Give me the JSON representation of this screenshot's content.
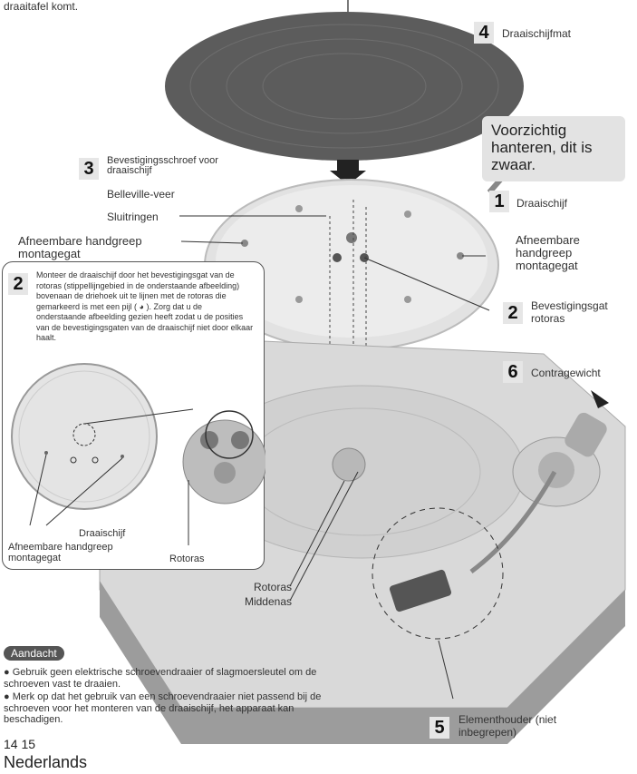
{
  "header": {
    "fragment": "draaitafel komt."
  },
  "labels": {
    "s4": {
      "num": "4",
      "text": "Draaischijfmat"
    },
    "caution": "Voorzichtig hanteren, dit is zwaar.",
    "s3": {
      "num": "3",
      "text": "Bevestigingsschroef voor draaischijf"
    },
    "belleville": "Belleville-veer",
    "sluitringen": "Sluitringen",
    "handgreep_left": "Afneembare handgreep montagegat",
    "s1": {
      "num": "1",
      "text": "Draaischijf"
    },
    "handgreep_right": "Afneembare handgreep montagegat",
    "s2": {
      "num": "2",
      "text": "Bevestigingsgat rotoras"
    },
    "s6": {
      "num": "6",
      "text": "Contragewicht"
    },
    "rotoras": "Rotoras",
    "middenas": "Middenas",
    "s5": {
      "num": "5",
      "text": "Elementhouder (niet inbegrepen)"
    }
  },
  "inset": {
    "num": "2",
    "text": "Monteer de draaischijf door het bevestigingsgat van de rotoras (stippellijngebied in de onderstaande afbeelding) bovenaan de driehoek uit te lijnen met de rotoras die gemarkeerd is met een pijl ( ◕ ). Zorg dat u de onderstaande afbeelding gezien heeft zodat u de posities van de bevestigingsgaten van de draaischijf niet door elkaar haalt.",
    "draaischijf": "Draaischijf",
    "handgreep": "Afneembare handgreep montagegat",
    "rotoras": "Rotoras"
  },
  "notice": {
    "title": "Aandacht",
    "bullets": [
      "Gebruik geen elektrische schroevendraaier of slagmoersleutel om de schroeven vast te draaien.",
      "Merk op dat het gebruik van een schroevendraaier niet passend bij de schroeven voor het monteren van de draaischijf, het apparaat kan beschadigen."
    ]
  },
  "footer": {
    "page": "14 15",
    "language": "Nederlands"
  }
}
